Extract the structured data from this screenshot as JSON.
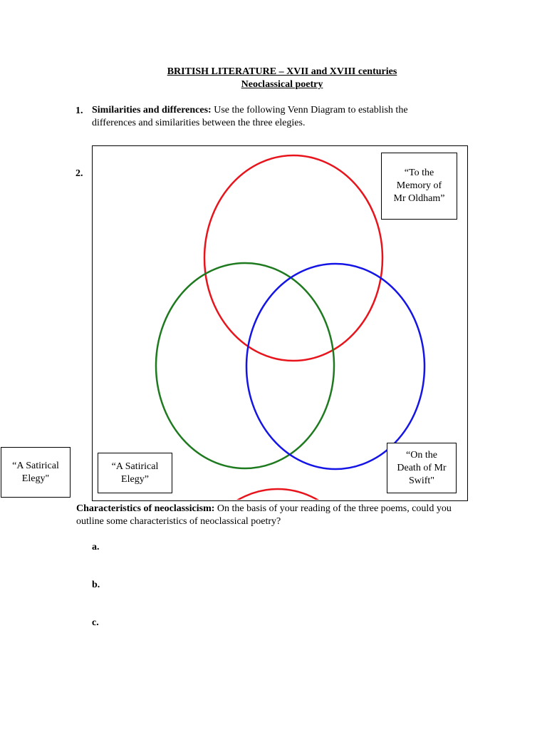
{
  "header": {
    "title": "BRITISH LITERATURE – XVII and XVIII centuries",
    "subtitle": "Neoclassical  poetry"
  },
  "question1": {
    "number": "1.",
    "bold_lead": "Similarities and differences:",
    "text": " Use the following Venn Diagram to establish the differences and similarities between the three elegies."
  },
  "question2": {
    "number": "2."
  },
  "venn": {
    "labels": {
      "top_right": "“To the\nMemory of\nMr Oldham”",
      "bottom_left": "“A Satirical\nElegy”",
      "bottom_right": "“On the\nDeath of Mr\nSwift\"",
      "outside_left": "“A Satirical\nElegy\""
    },
    "colors": {
      "red": "#e8141c",
      "green": "#1e7a1e",
      "blue": "#1414e6"
    }
  },
  "characteristics": {
    "bold_lead": "Characteristics of neoclassicism:",
    "text": " On the basis of your reading of the three poems, could you outline some characteristics of neoclassical poetry?",
    "items": [
      "a.",
      "b.",
      "c."
    ]
  }
}
